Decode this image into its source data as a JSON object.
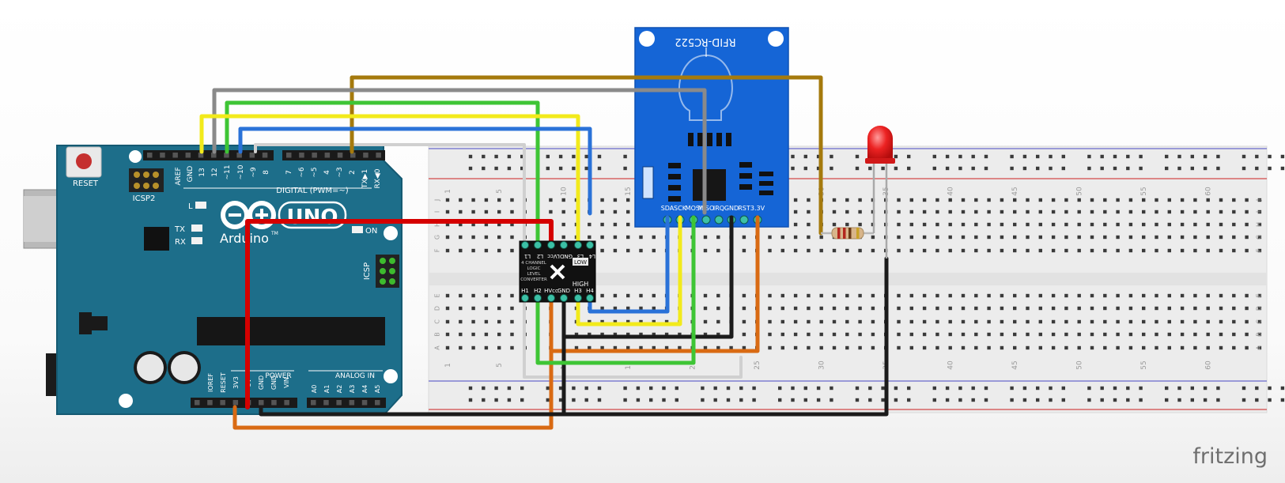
{
  "brand": "fritzing",
  "arduino": {
    "reset_label": "RESET",
    "icsp2_label": "ICSP2",
    "icsp_label": "ICSP",
    "logo_model": "UNO",
    "logo_name": "Arduino",
    "tm": "TM",
    "digital_label": "DIGITAL (PWM=~)",
    "led_l": "L",
    "led_tx": "TX",
    "led_rx": "RX",
    "led_on": "ON",
    "aref": "AREF",
    "gnd_top": "GND",
    "digital_pins": [
      "13",
      "12",
      "~11",
      "~10",
      "~9",
      "8",
      "7",
      "~6",
      "~5",
      "4",
      "~3",
      "2",
      "TX▶1",
      "RX◀0"
    ],
    "power_label": "POWER",
    "analog_label": "ANALOG IN",
    "power_pins": [
      "IOREF",
      "RESET",
      "3V3",
      "5V",
      "GND",
      "GND",
      "VIN"
    ],
    "analog_pins": [
      "A0",
      "A1",
      "A2",
      "A3",
      "A4",
      "A5"
    ]
  },
  "rfid": {
    "title": "RFID-RC522",
    "pins": [
      "SDA",
      "SCK",
      "MOSI",
      "MISO",
      "IRQ",
      "GND",
      "RST",
      "3.3V"
    ]
  },
  "converter": {
    "top_pins": [
      "L1",
      "L2",
      "LVcc",
      "GND",
      "L3",
      "L4"
    ],
    "bottom_pins": [
      "H1",
      "H2",
      "HVcc",
      "GND",
      "H3",
      "H4"
    ],
    "text_lines": [
      "4 CHANNEL",
      "LOGIC",
      "LEVEL",
      "CONVERTER"
    ],
    "low_label": "LOW",
    "high_label": "HIGH",
    "brand_mark": "X"
  },
  "breadboard": {
    "column_numbers": [
      "1",
      "5",
      "10",
      "15",
      "20",
      "25",
      "30",
      "35",
      "40",
      "45",
      "50",
      "55",
      "60"
    ],
    "row_letters_top": [
      "J",
      "I",
      "H",
      "G",
      "F"
    ],
    "row_letters_bottom": [
      "E",
      "D",
      "C",
      "B",
      "A"
    ]
  },
  "colors": {
    "arduino_board": "#1d6e8a",
    "rfid_board": "#1565d6",
    "breadboard": "#ececec",
    "wire_red": "#d50000",
    "wire_black": "#1b1b1b",
    "wire_orange": "#d96a13",
    "wire_green": "#3ec535",
    "wire_yellow": "#f2ea1b",
    "wire_blue": "#2a72d8",
    "wire_gray": "#8a8a8a",
    "wire_white": "#d0d0d0",
    "wire_brown": "#a57a0d",
    "led": "#e8191b"
  },
  "icons": {
    "arduino_logo": "infinity-minus-plus-icon",
    "converter_logo": "x-mark-icon"
  }
}
